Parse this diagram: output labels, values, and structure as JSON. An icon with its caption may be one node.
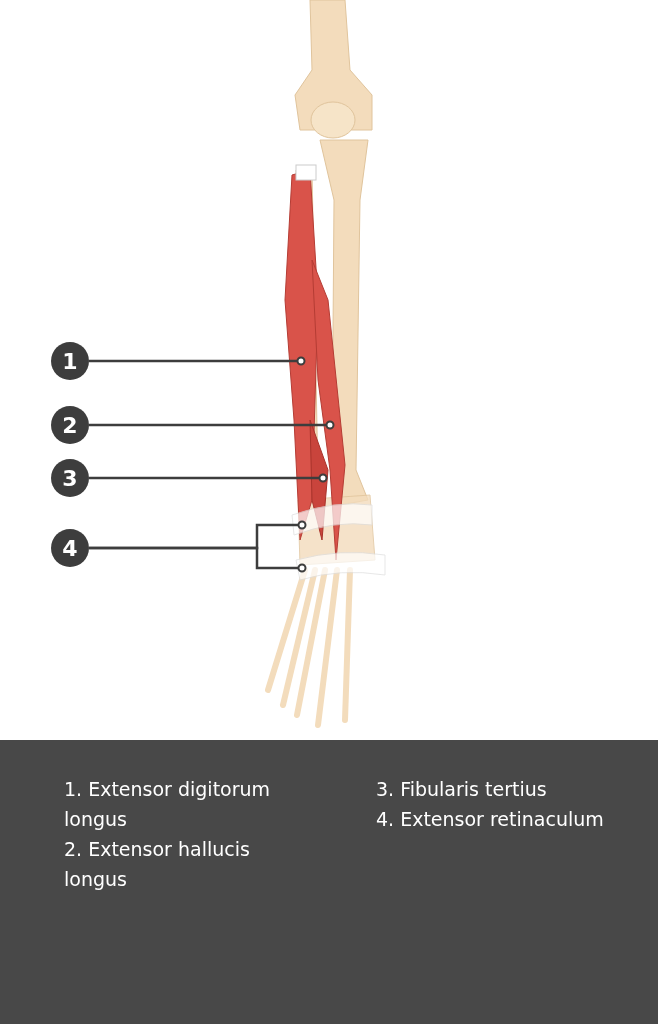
{
  "diagram": {
    "nodes": [
      {
        "text": [
          "1"
        ]
      },
      {
        "text": [
          "2"
        ]
      },
      {
        "text": [
          "3"
        ]
      },
      {
        "text": [
          "4"
        ]
      }
    ],
    "edges": [
      {
        "from": 0,
        "to": null,
        "arrow": "other"
      },
      {
        "from": 1,
        "to": null,
        "arrow": "other"
      },
      {
        "from": 2,
        "to": null,
        "arrow": "other"
      },
      {
        "from": 3,
        "to": null,
        "arrow": "other"
      },
      {
        "from": 3,
        "to": null,
        "arrow": "other"
      }
    ],
    "labels": [
      "1. Extensor digitorum longus",
      "2. Extensor hallucis longus",
      "3. Fibularis tertius",
      "4. Extensor retinaculum"
    ]
  }
}
